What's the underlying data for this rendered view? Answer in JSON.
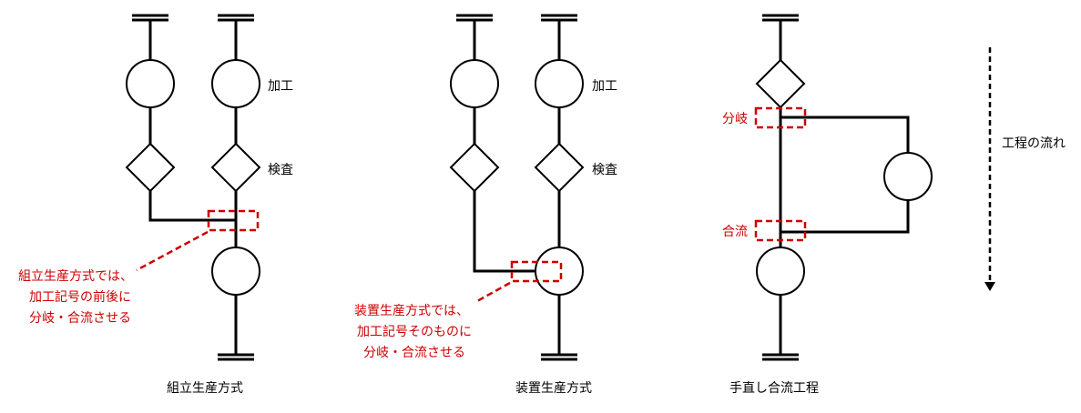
{
  "labels": {
    "process": "加工",
    "inspection": "検査",
    "branch": "分岐",
    "merge": "合流",
    "flow": "工程の流れ"
  },
  "assembly": {
    "caption": "組立生産方式",
    "note": [
      "組立生産方式では、",
      "加工記号の前後に",
      "分岐・合流させる"
    ]
  },
  "equipment": {
    "caption": "装置生産方式",
    "note": [
      "装置生産方式では、",
      "加工記号そのものに",
      "分岐・合流させる"
    ]
  },
  "rework": {
    "caption": "手直し合流工程"
  },
  "colors": {
    "accent": "#cc0000",
    "line": "#000000"
  }
}
